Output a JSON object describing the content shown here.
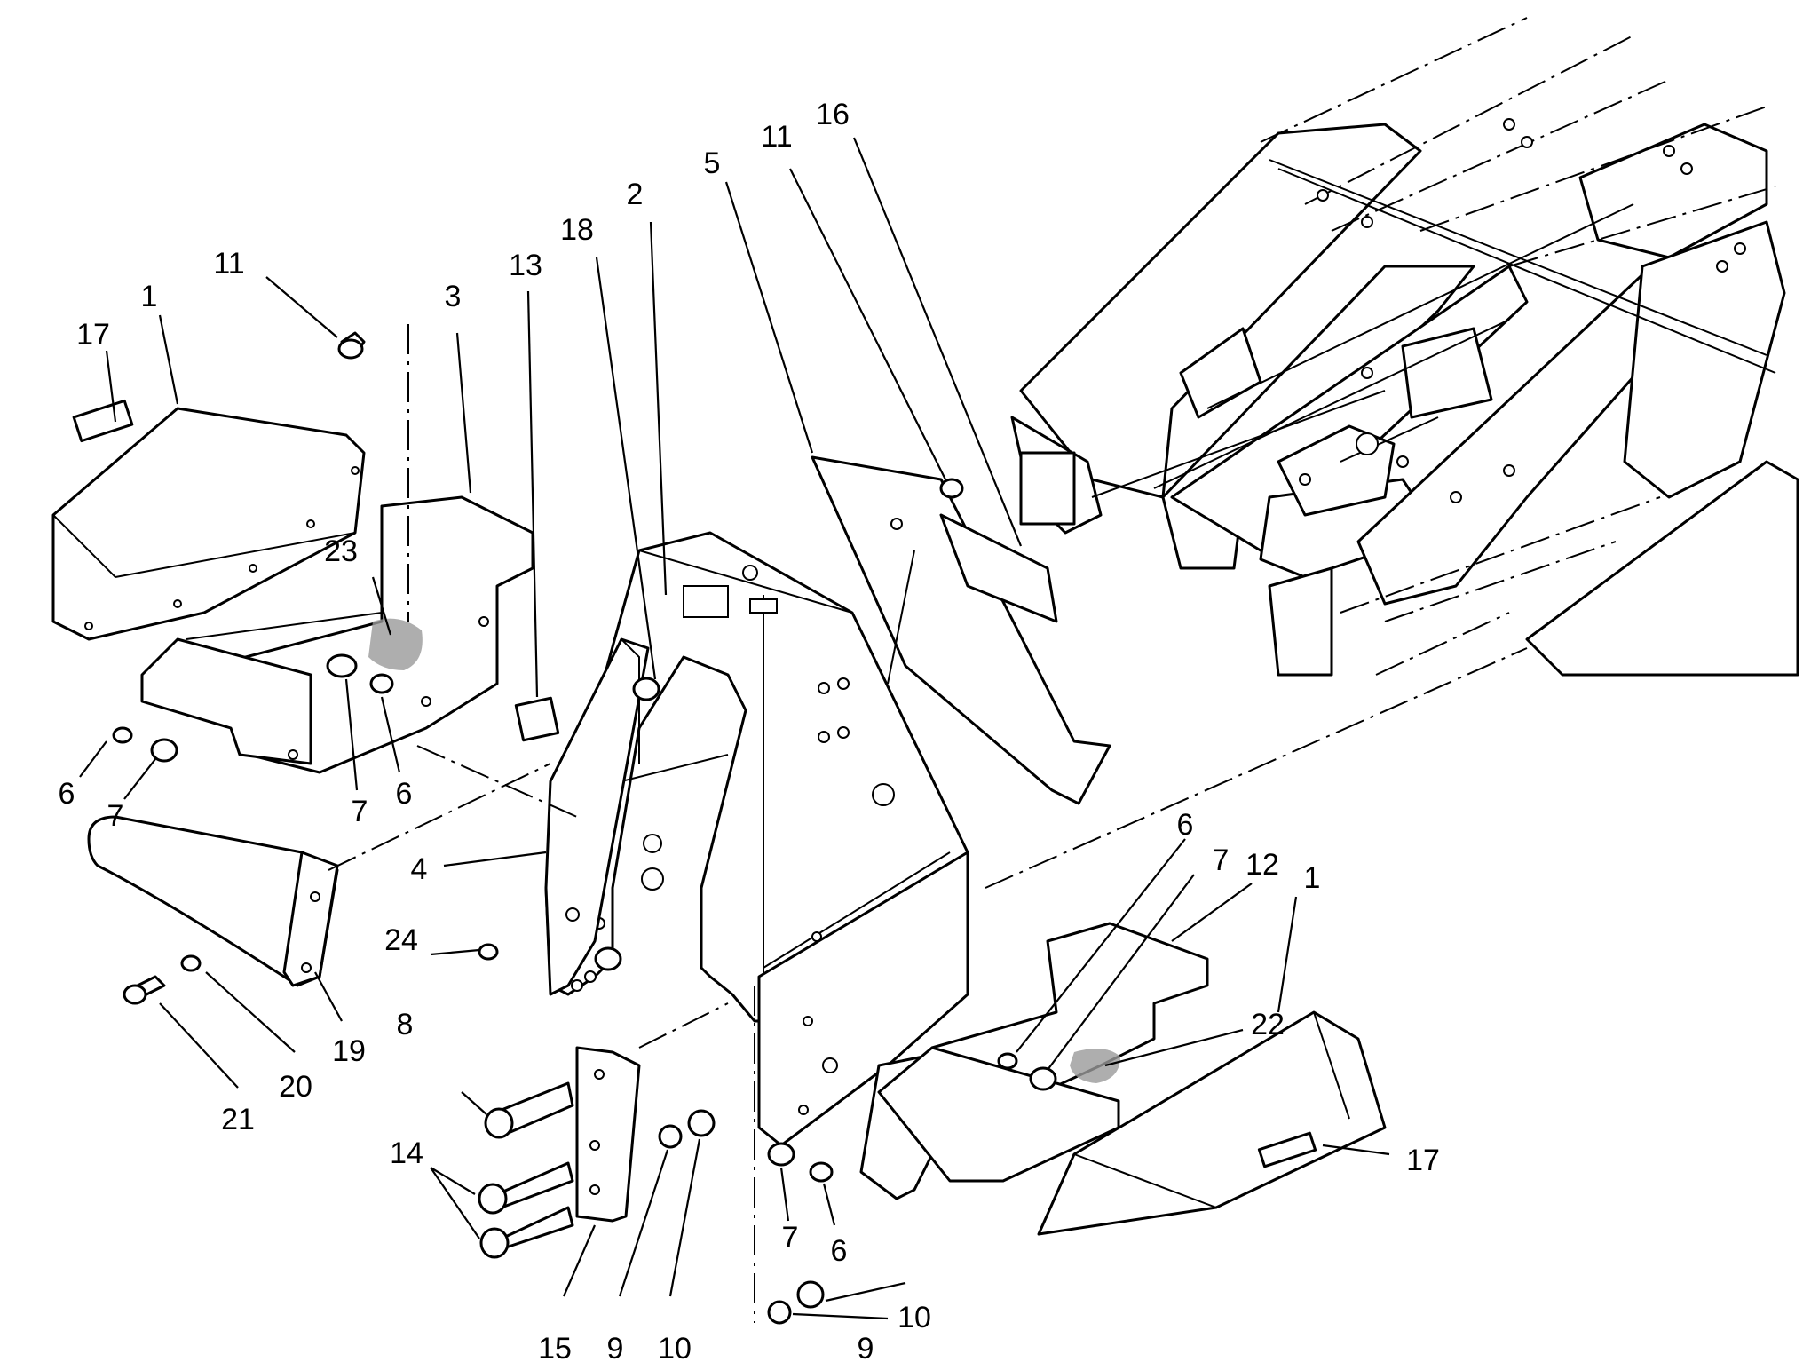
{
  "diagram": {
    "callouts": [
      {
        "id": "c1a",
        "text": "1"
      },
      {
        "id": "c1b",
        "text": "1"
      },
      {
        "id": "c2",
        "text": "2"
      },
      {
        "id": "c3",
        "text": "3"
      },
      {
        "id": "c4",
        "text": "4"
      },
      {
        "id": "c5",
        "text": "5"
      },
      {
        "id": "c6a",
        "text": "6"
      },
      {
        "id": "c6b",
        "text": "6"
      },
      {
        "id": "c6c",
        "text": "6"
      },
      {
        "id": "c6d",
        "text": "6"
      },
      {
        "id": "c7a",
        "text": "7"
      },
      {
        "id": "c7b",
        "text": "7"
      },
      {
        "id": "c7c",
        "text": "7"
      },
      {
        "id": "c7d",
        "text": "7"
      },
      {
        "id": "c8",
        "text": "8"
      },
      {
        "id": "c9a",
        "text": "9"
      },
      {
        "id": "c9b",
        "text": "9"
      },
      {
        "id": "c10a",
        "text": "10"
      },
      {
        "id": "c10b",
        "text": "10"
      },
      {
        "id": "c11a",
        "text": "11"
      },
      {
        "id": "c11b",
        "text": "11"
      },
      {
        "id": "c12",
        "text": "12"
      },
      {
        "id": "c13",
        "text": "13"
      },
      {
        "id": "c14",
        "text": "14"
      },
      {
        "id": "c15",
        "text": "15"
      },
      {
        "id": "c16",
        "text": "16"
      },
      {
        "id": "c17a",
        "text": "17"
      },
      {
        "id": "c17b",
        "text": "17"
      },
      {
        "id": "c18",
        "text": "18"
      },
      {
        "id": "c19",
        "text": "19"
      },
      {
        "id": "c20",
        "text": "20"
      },
      {
        "id": "c21",
        "text": "21"
      },
      {
        "id": "c22",
        "text": "22"
      },
      {
        "id": "c23",
        "text": "23"
      },
      {
        "id": "c24",
        "text": "24"
      }
    ]
  }
}
